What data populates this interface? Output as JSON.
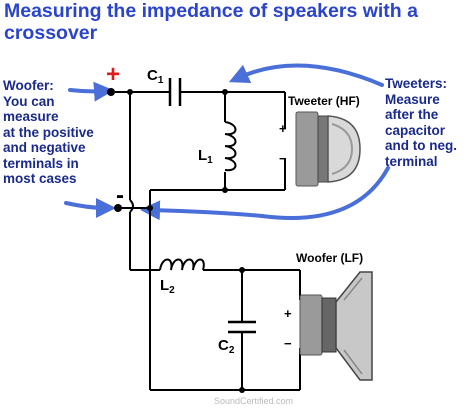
{
  "title": "Measuring the impedance of speakers with a crossover",
  "colors": {
    "title": "#2a44cc",
    "notes": "#1a2a8a",
    "arrows": "#4a6fd8",
    "plus": "#e01b1b",
    "wire": "#000000",
    "watermark": "#bbbbbb"
  },
  "woofer_note": {
    "lines": [
      "Woofer:",
      "You can",
      "measure",
      "at the positive",
      "and negative",
      "terminals in",
      "most cases"
    ]
  },
  "tweeter_note": {
    "lines": [
      "Tweeters:",
      "Measure",
      "after the",
      "capacitor",
      "and to neg.",
      "terminal"
    ]
  },
  "terminals": {
    "positive": "+",
    "negative": "-"
  },
  "components": {
    "c1": {
      "letter": "C",
      "sub": "1"
    },
    "l1": {
      "letter": "L",
      "sub": "1"
    },
    "l2": {
      "letter": "L",
      "sub": "2"
    },
    "c2": {
      "letter": "C",
      "sub": "2"
    }
  },
  "speakers": {
    "tweeter": {
      "label": "Tweeter (HF)",
      "plus": "+",
      "minus": "−"
    },
    "woofer": {
      "label": "Woofer (LF)",
      "plus": "+",
      "minus": "−"
    }
  },
  "watermark": "SoundCertified.com"
}
